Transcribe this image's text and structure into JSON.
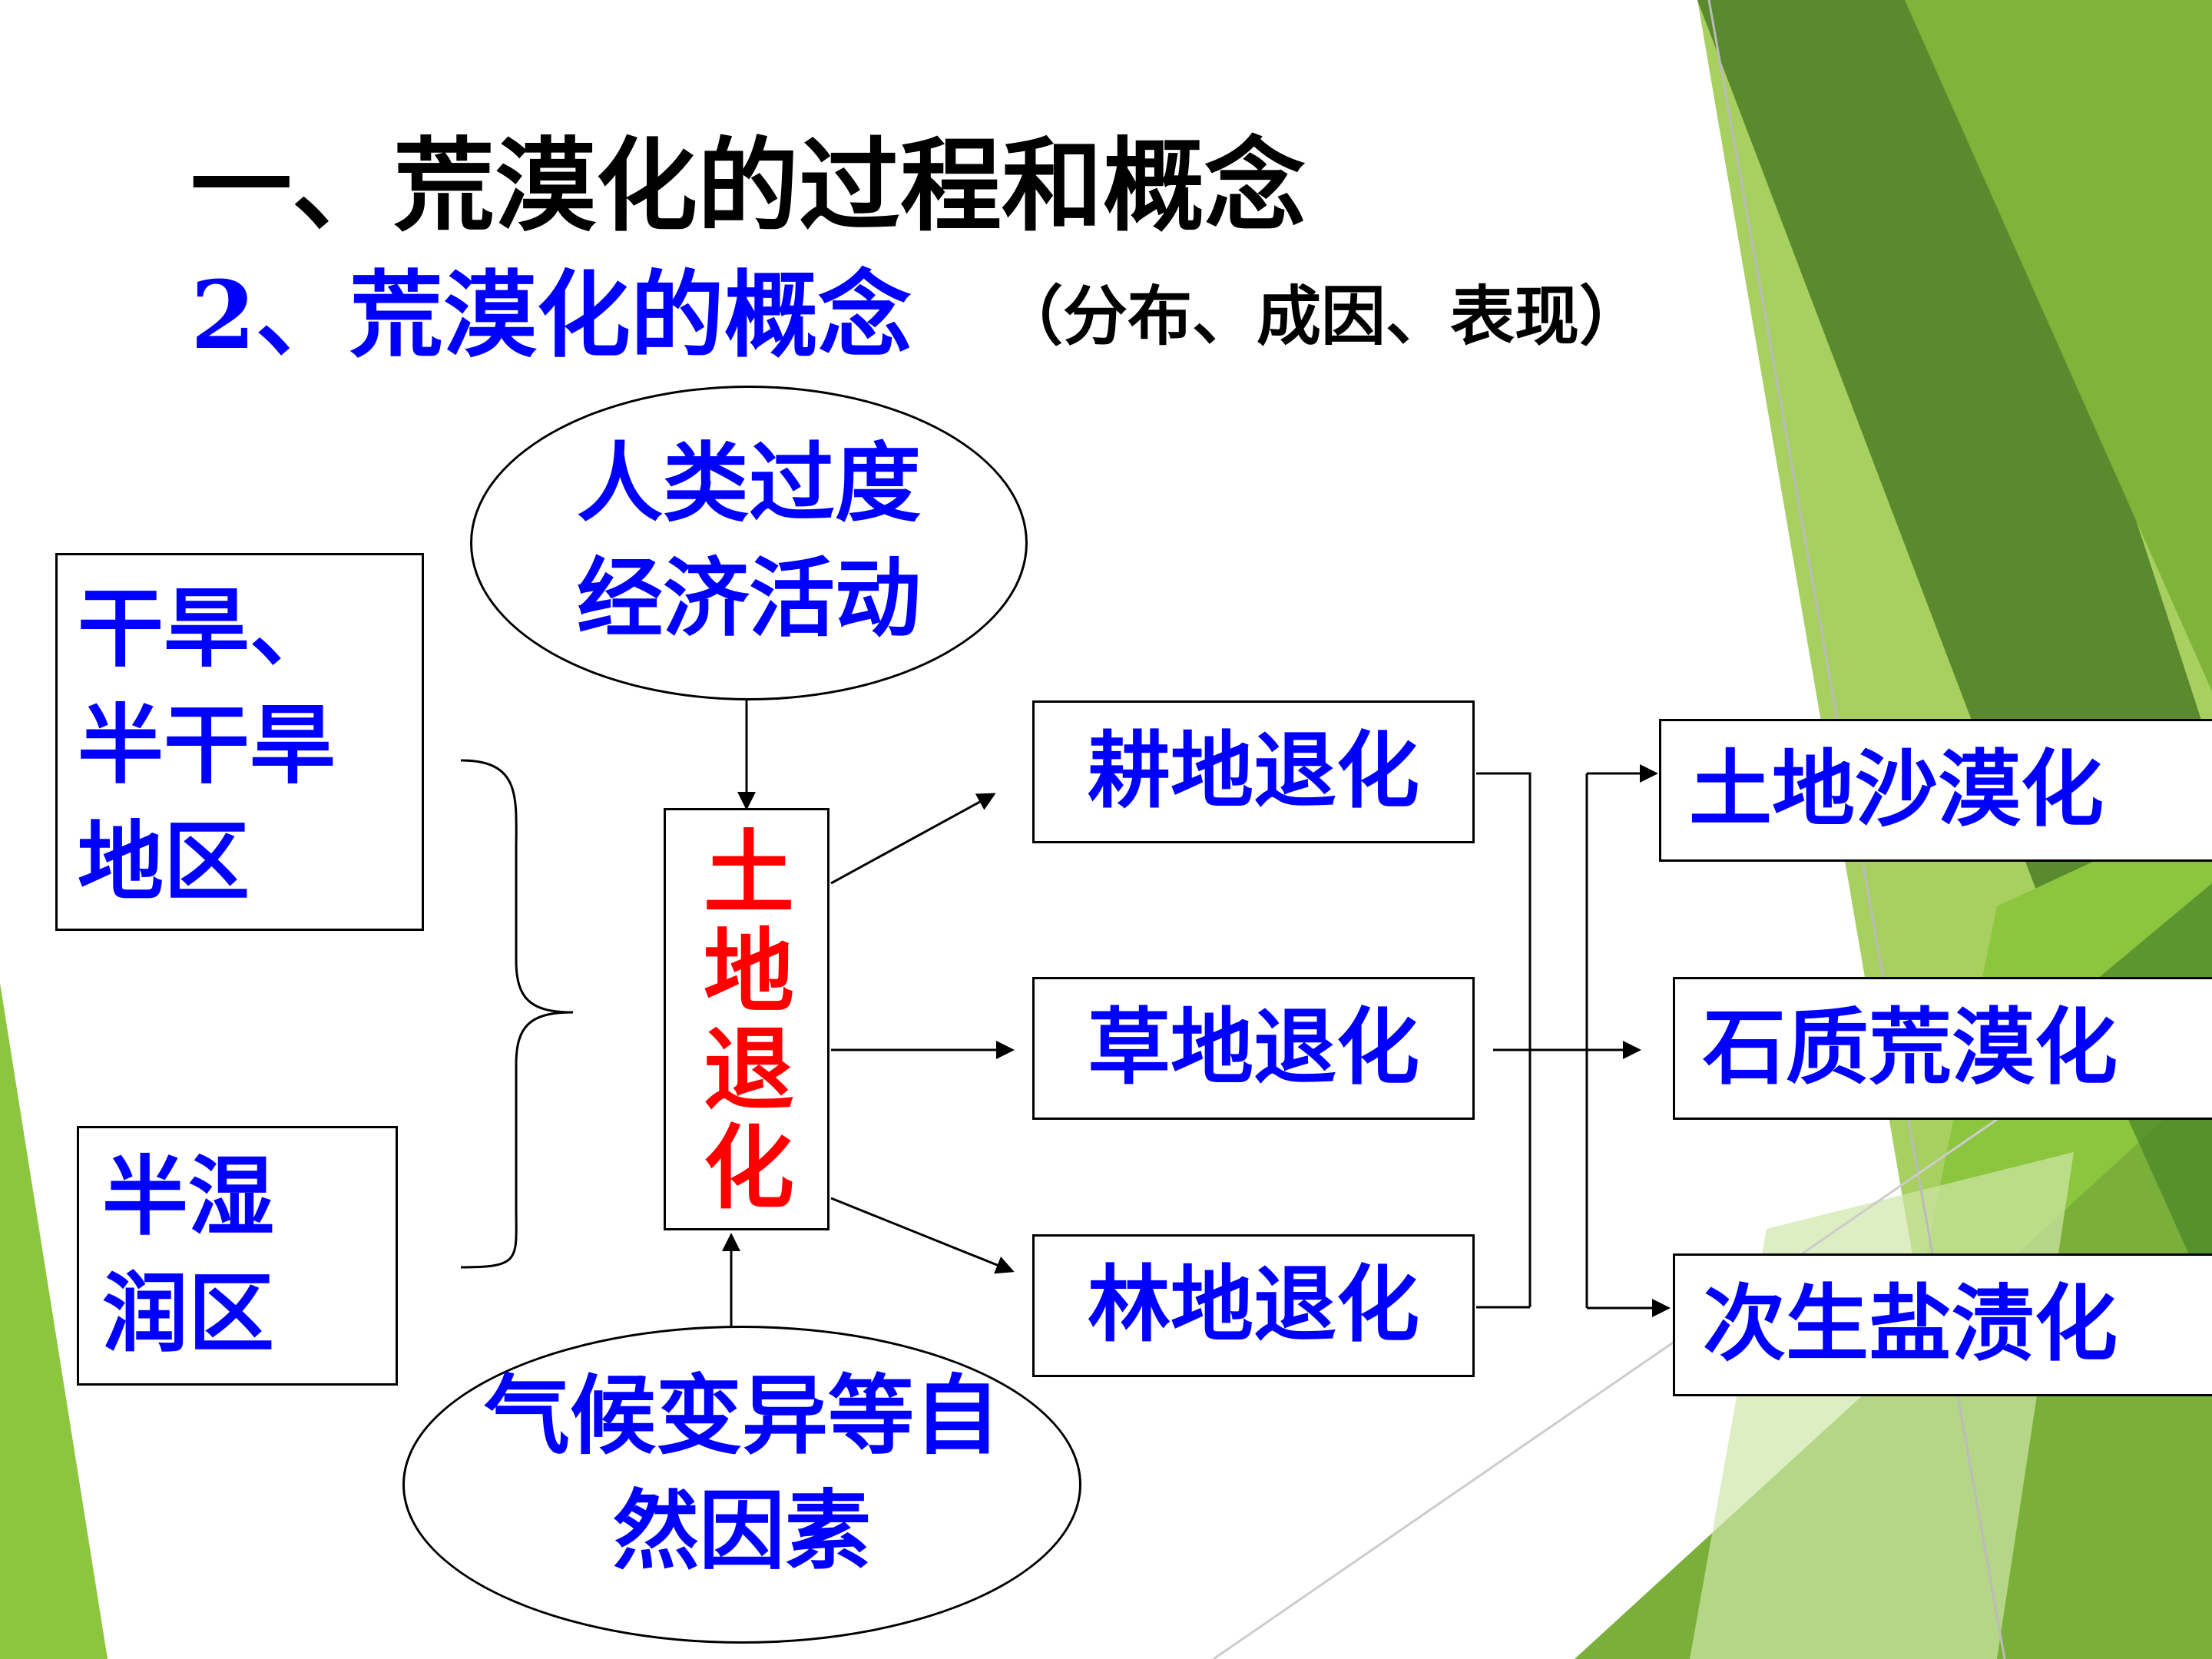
{
  "title": "一、荒漠化的过程和概念",
  "subtitle": "2、荒漠化的概念",
  "subtitle_note": "（分布、成因、表现）",
  "nodes": {
    "arid_regions": "干旱、半干旱地区",
    "subhumid_regions": "半湿润区",
    "human_activity": "人类过度经济活动",
    "natural_factors": "气候变异等自然因素",
    "land_degradation": "土地退化",
    "cropland_degradation": "耕地退化",
    "grassland_degradation": "草地退化",
    "forest_degradation": "林地退化",
    "sandy_desertification": "土地沙漠化",
    "rocky_desertification": "石质荒漠化",
    "secondary_salinization": "次生盐渍化"
  },
  "colors": {
    "node_text": "#0000ff",
    "center_text": "#ff0000",
    "title_text": "#000000",
    "theme_green_dark": "#5a8a2e",
    "theme_green_light": "#a8d060"
  }
}
